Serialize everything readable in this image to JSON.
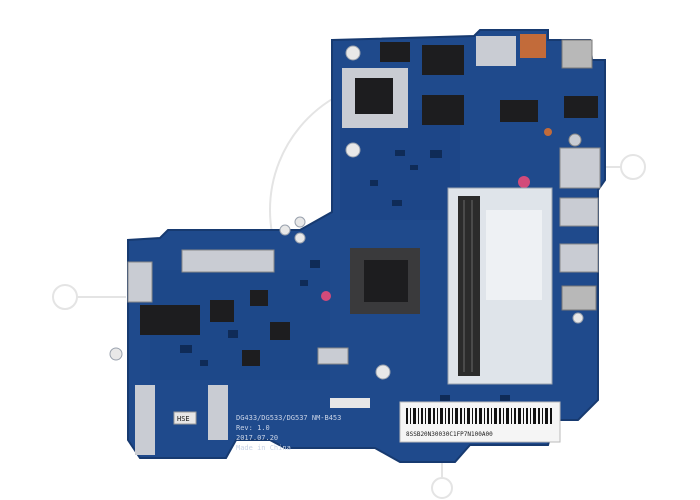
{
  "watermark": {
    "color": "#e4e4e4"
  },
  "board": {
    "pcb_color": "#1f4a8c",
    "pcb_dark": "#173a70",
    "chip_color": "#1d1d1f",
    "metal_color": "#c9ccd3",
    "silkscreen": {
      "model": "DG433/DG533/DG537 NM-B453",
      "rev": "Rev: 1.0",
      "date": "2017.07.20",
      "origin": "Made in China"
    },
    "labels": {
      "barcode_text": "8SSB20N30030C1FP7N100A00",
      "tag": "HSE"
    }
  }
}
